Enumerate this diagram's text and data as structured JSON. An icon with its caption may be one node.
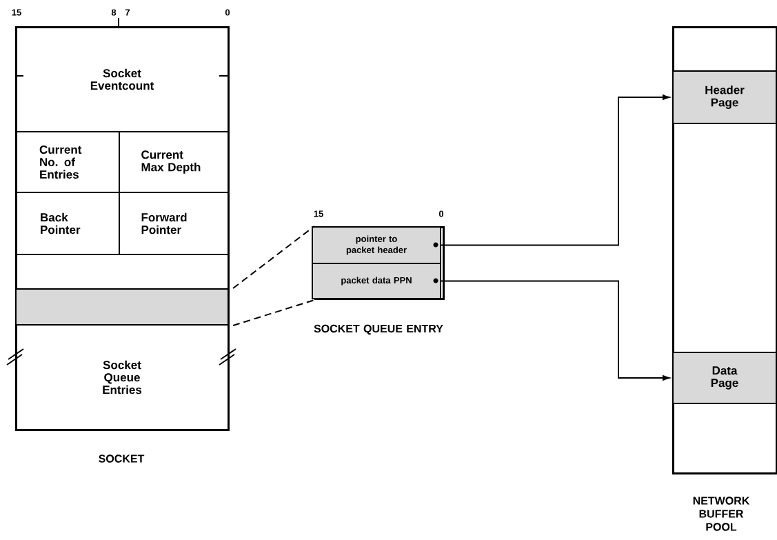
{
  "diagram": {
    "nodes": [
      {
        "text": [
          "SOCKET"
        ]
      },
      {
        "text": [
          "Socket Eventcount"
        ],
        "in": 0
      },
      {
        "text": [
          "Current No. of Entries"
        ],
        "in": 0
      },
      {
        "text": [
          "Current Max Depth"
        ],
        "in": 0
      },
      {
        "text": [
          "Back Pointer"
        ],
        "in": 0
      },
      {
        "text": [
          "Forward Pointer"
        ],
        "in": 0
      },
      {
        "text": [],
        "shape": "box",
        "in": 0
      },
      {
        "text": [],
        "shape": "box",
        "in": 0
      },
      {
        "text": [
          "Socket Queue Entries"
        ],
        "in": 0
      },
      {
        "text": [
          "SOCKET QUEUE ENTRY"
        ]
      },
      {
        "text": [
          "pointer to packet header"
        ],
        "in": 9
      },
      {
        "text": [
          "packet data PPN"
        ],
        "in": 9
      },
      {
        "text": [
          "NETWORK BUFFER POOL"
        ]
      },
      {
        "text": [
          "Header Page"
        ],
        "in": 12
      },
      {
        "text": [
          "Data Page"
        ],
        "in": 12
      }
    ],
    "edges": [
      {
        "from": 7,
        "to": 9,
        "arrow": "none",
        "style": "dashed"
      },
      {
        "from": 7,
        "to": 9,
        "arrow": "none",
        "style": "dashed"
      },
      {
        "from": 10,
        "to": 13,
        "arrow": "to"
      },
      {
        "from": 11,
        "to": 14,
        "arrow": "to"
      }
    ],
    "labels": [
      "15",
      "8",
      "7",
      "0",
      "15",
      "0"
    ]
  }
}
